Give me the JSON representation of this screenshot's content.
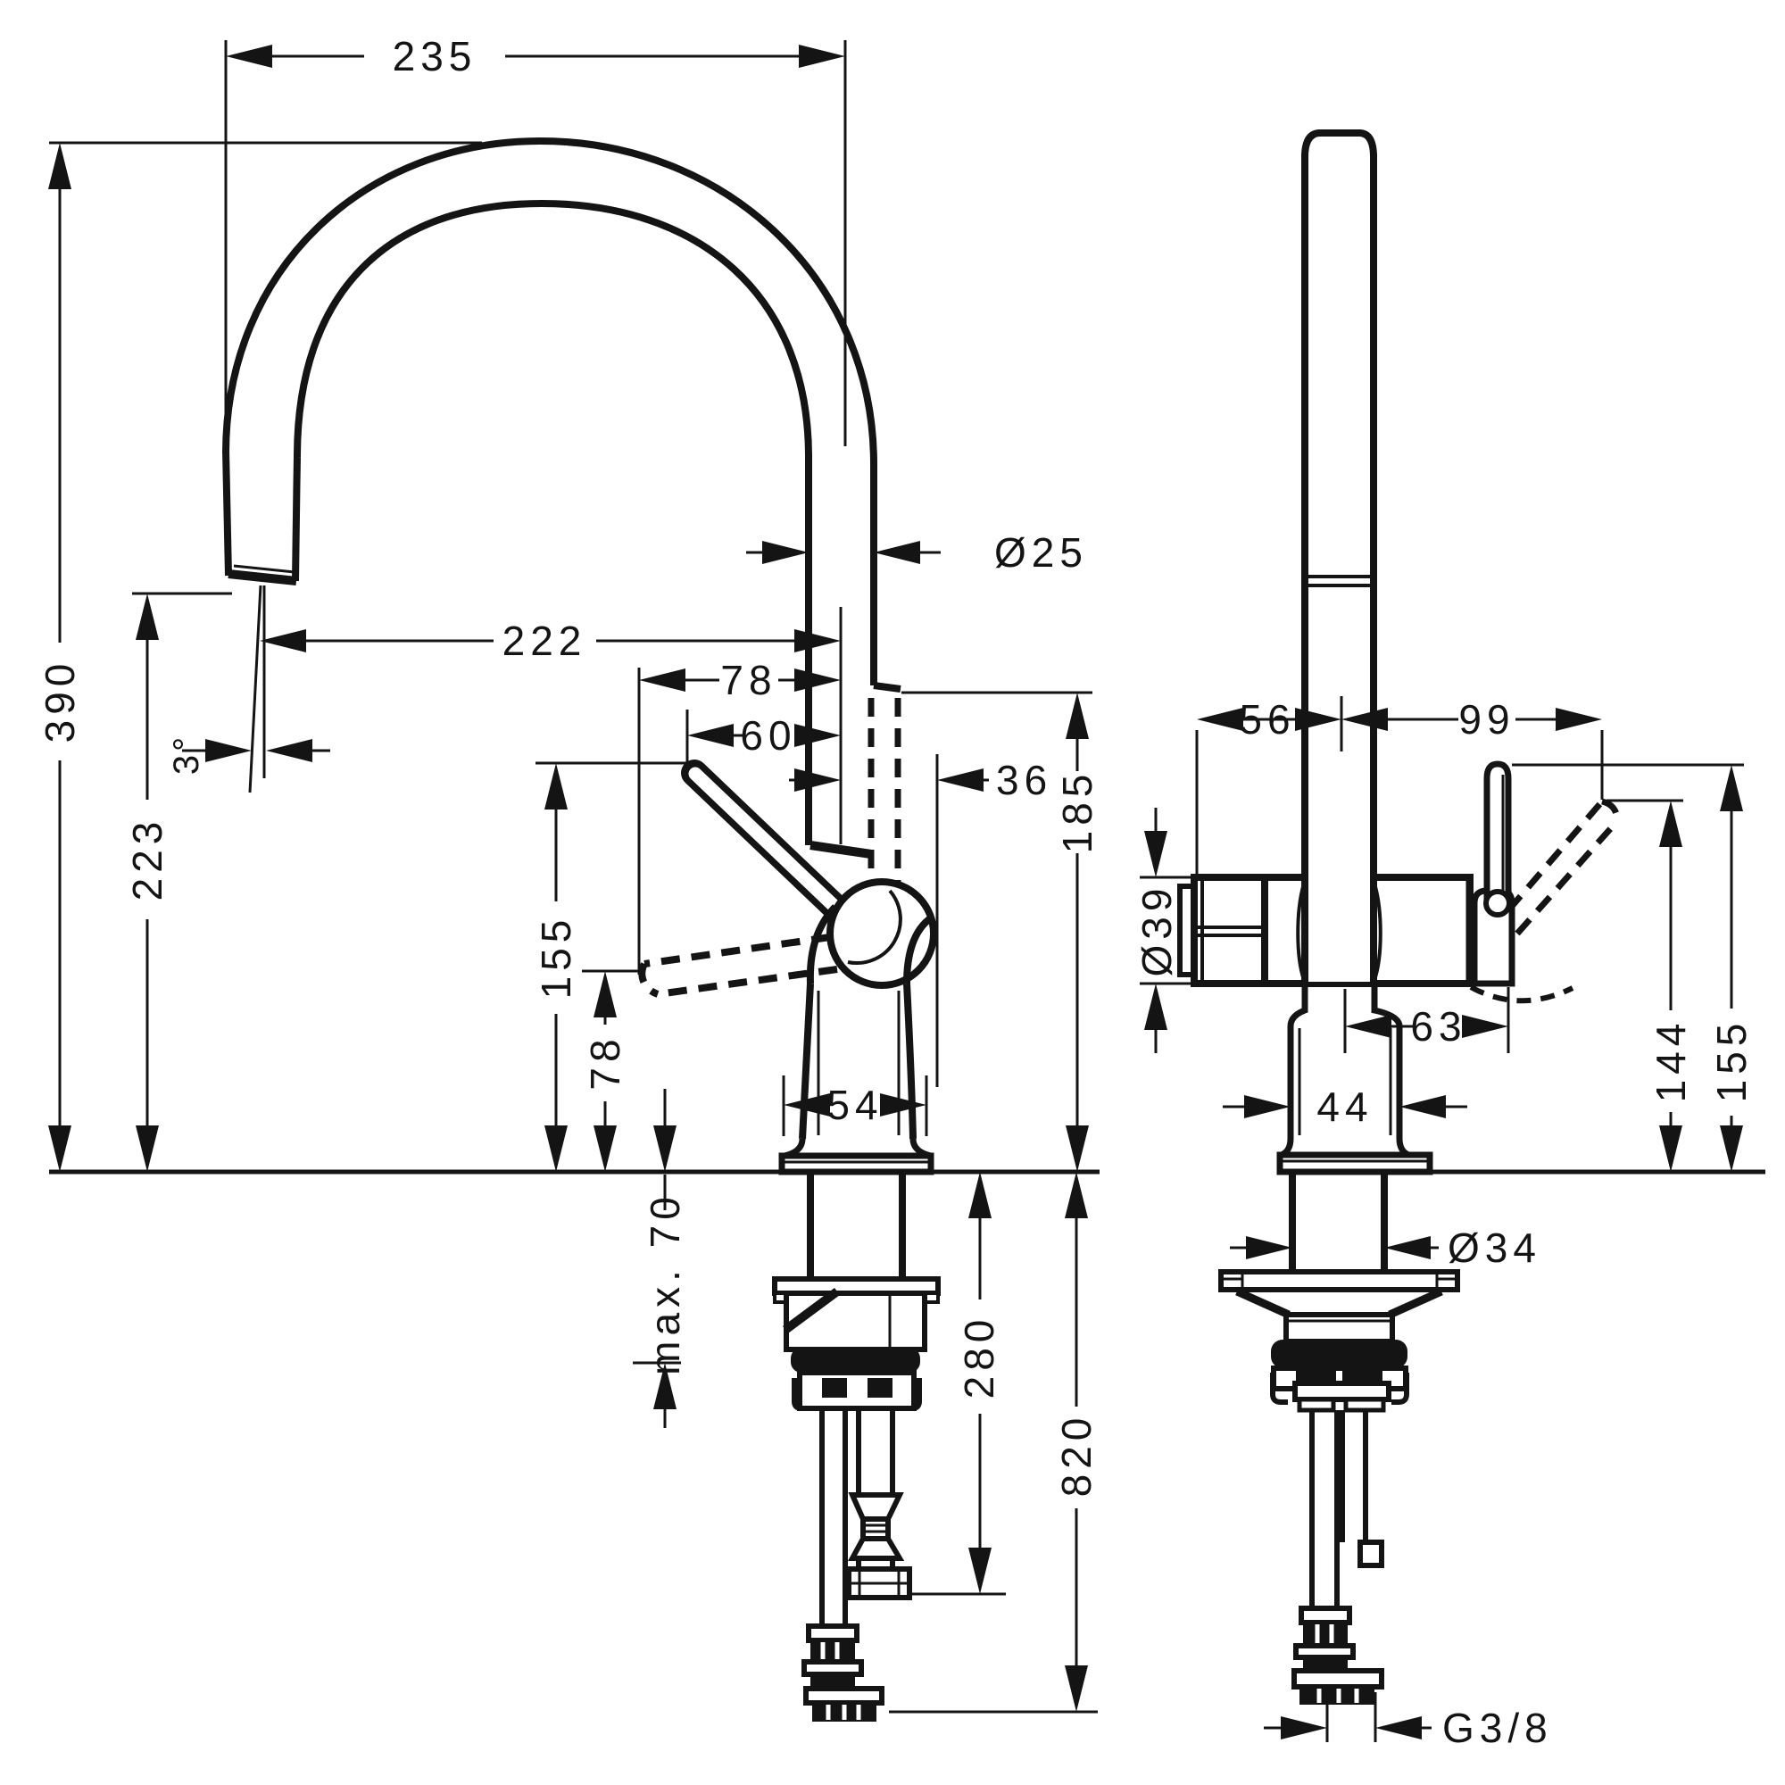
{
  "drawing": {
    "type": "technical-dimension-drawing",
    "subject": "single-lever kitchen faucet, front view and side view",
    "views": [
      "front",
      "side"
    ]
  },
  "dims": {
    "reach_top": "235",
    "height_total": "390",
    "height_outlet": "223",
    "spray_angle": "3°",
    "reach_outlet": "222",
    "offset_78": "78",
    "offset_60": "60",
    "pipe_dia": "Ø25",
    "offset_36": "36",
    "lever_height": "155",
    "lever_low": "78",
    "base_width": "54",
    "height_185": "185",
    "deck_max": "max. 70",
    "hose_280": "280",
    "hose_820": "820",
    "side_56": "56",
    "side_99": "99",
    "body_dia": "Ø39",
    "side_63": "63",
    "lever_144": "144",
    "lever_155": "155",
    "base_44": "44",
    "shank_dia": "Ø34",
    "thread": "G3/8"
  }
}
